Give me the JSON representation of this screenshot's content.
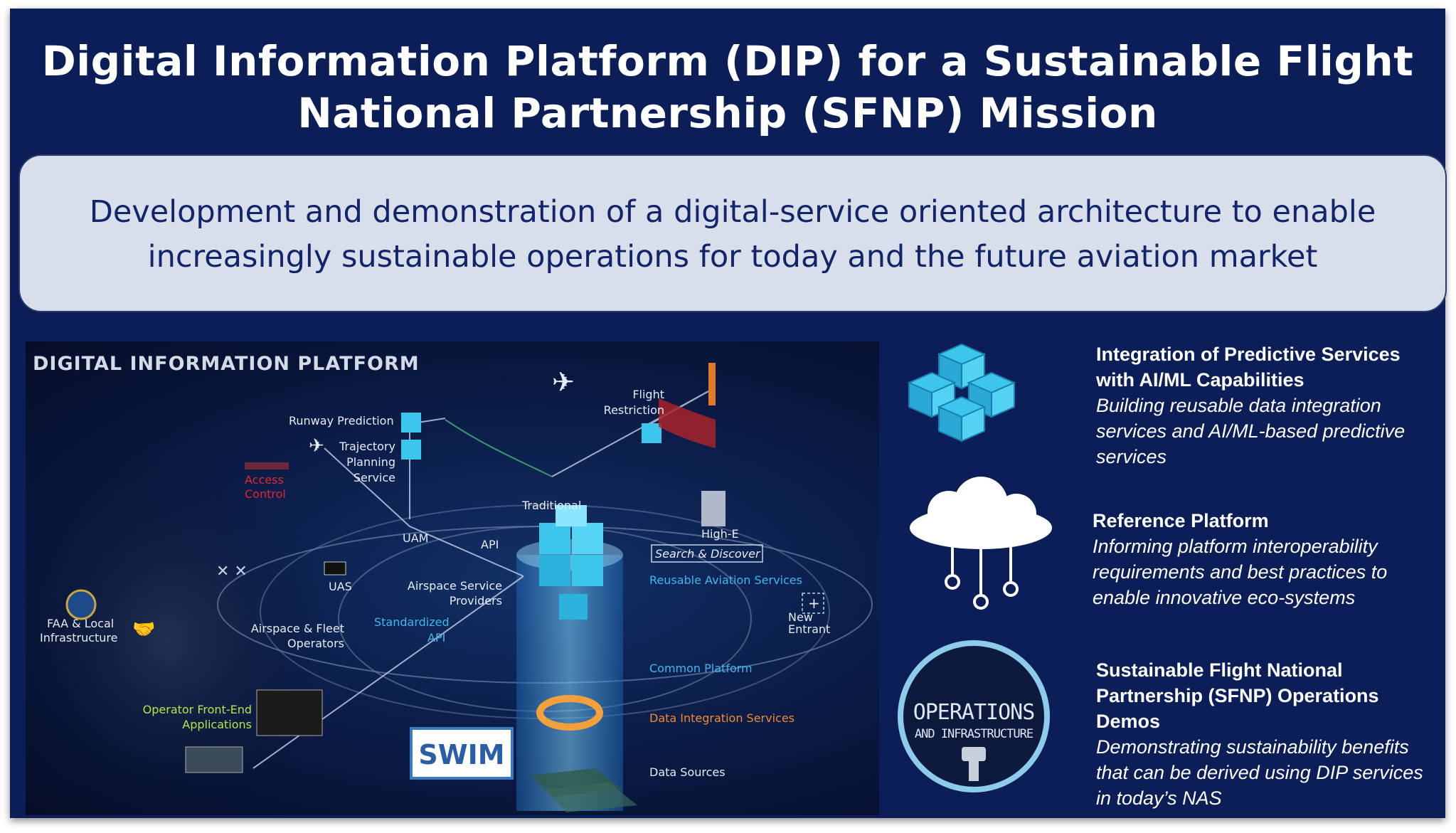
{
  "title": {
    "line1": "Digital Information Platform (DIP) for a Sustainable Flight",
    "line2": "National Partnership (SFNP) Mission"
  },
  "mission": {
    "line1": "Development and demonstration of a digital-service oriented architecture to enable",
    "line2": "increasingly sustainable operations for today and the future aviation market"
  },
  "diagram": {
    "heading": "DIGITAL INFORMATION PLATFORM",
    "labels": {
      "runway_prediction": "Runway Prediction",
      "trajectory_1": "Trajectory",
      "trajectory_2": "Planning",
      "trajectory_3": "Service",
      "flight_restriction_1": "Flight",
      "flight_restriction_2": "Restriction",
      "access_control_1": "Access",
      "access_control_2": "Control",
      "traditional": "Traditional",
      "high_e": "High-E",
      "uam": "UAM",
      "search_discover": "Search & Discover",
      "reusable_services": "Reusable Aviation Services",
      "uas": "UAS",
      "asp_1": "Airspace Service",
      "asp_2": "Providers",
      "new_entrant_1": "New",
      "new_entrant_2": "Entrant",
      "faa_1": "FAA & Local",
      "faa_2": "Infrastructure",
      "fleet_1": "Airspace & Fleet",
      "fleet_2": "Operators",
      "std_api_1": "Standardized",
      "std_api_2": "API",
      "api": "API",
      "common_platform": "Common Platform",
      "operator_1": "Operator Front-End",
      "operator_2": "Applications",
      "data_integration": "Data Integration Services",
      "swim": "SWIM",
      "data_sources": "Data Sources"
    }
  },
  "features": [
    {
      "title_lines": [
        "Integration of Predictive Services",
        "with AI/ML Capabilities"
      ],
      "desc_lines": [
        "Building reusable data integration",
        "services and AI/ML-based predictive",
        "services"
      ]
    },
    {
      "title_lines": [
        "Reference Platform"
      ],
      "desc_lines": [
        "Informing platform interoperability",
        "requirements and best practices to",
        "enable innovative eco-systems"
      ]
    },
    {
      "title_lines": [
        "Sustainable Flight National",
        "Partnership (SFNP) Operations",
        "Demos"
      ],
      "desc_lines": [
        "Demonstrating sustainability benefits",
        "that can be derived using DIP services",
        "in today’s NAS"
      ]
    }
  ],
  "ops_badge": {
    "line1": "OPERATIONS",
    "line2": "AND INFRASTRUCTURE"
  },
  "colors": {
    "background": "#0b1e57",
    "mission_box": "#d8dfeb",
    "mission_text": "#13256a",
    "cube": "#3cc6ec",
    "accent_blue": "#3fb6ee",
    "accent_orange": "#f28a2e",
    "accent_green": "#b8e24a"
  },
  "icons": [
    "cube-cluster-icon",
    "cloud-network-icon",
    "operations-tower-icon"
  ]
}
